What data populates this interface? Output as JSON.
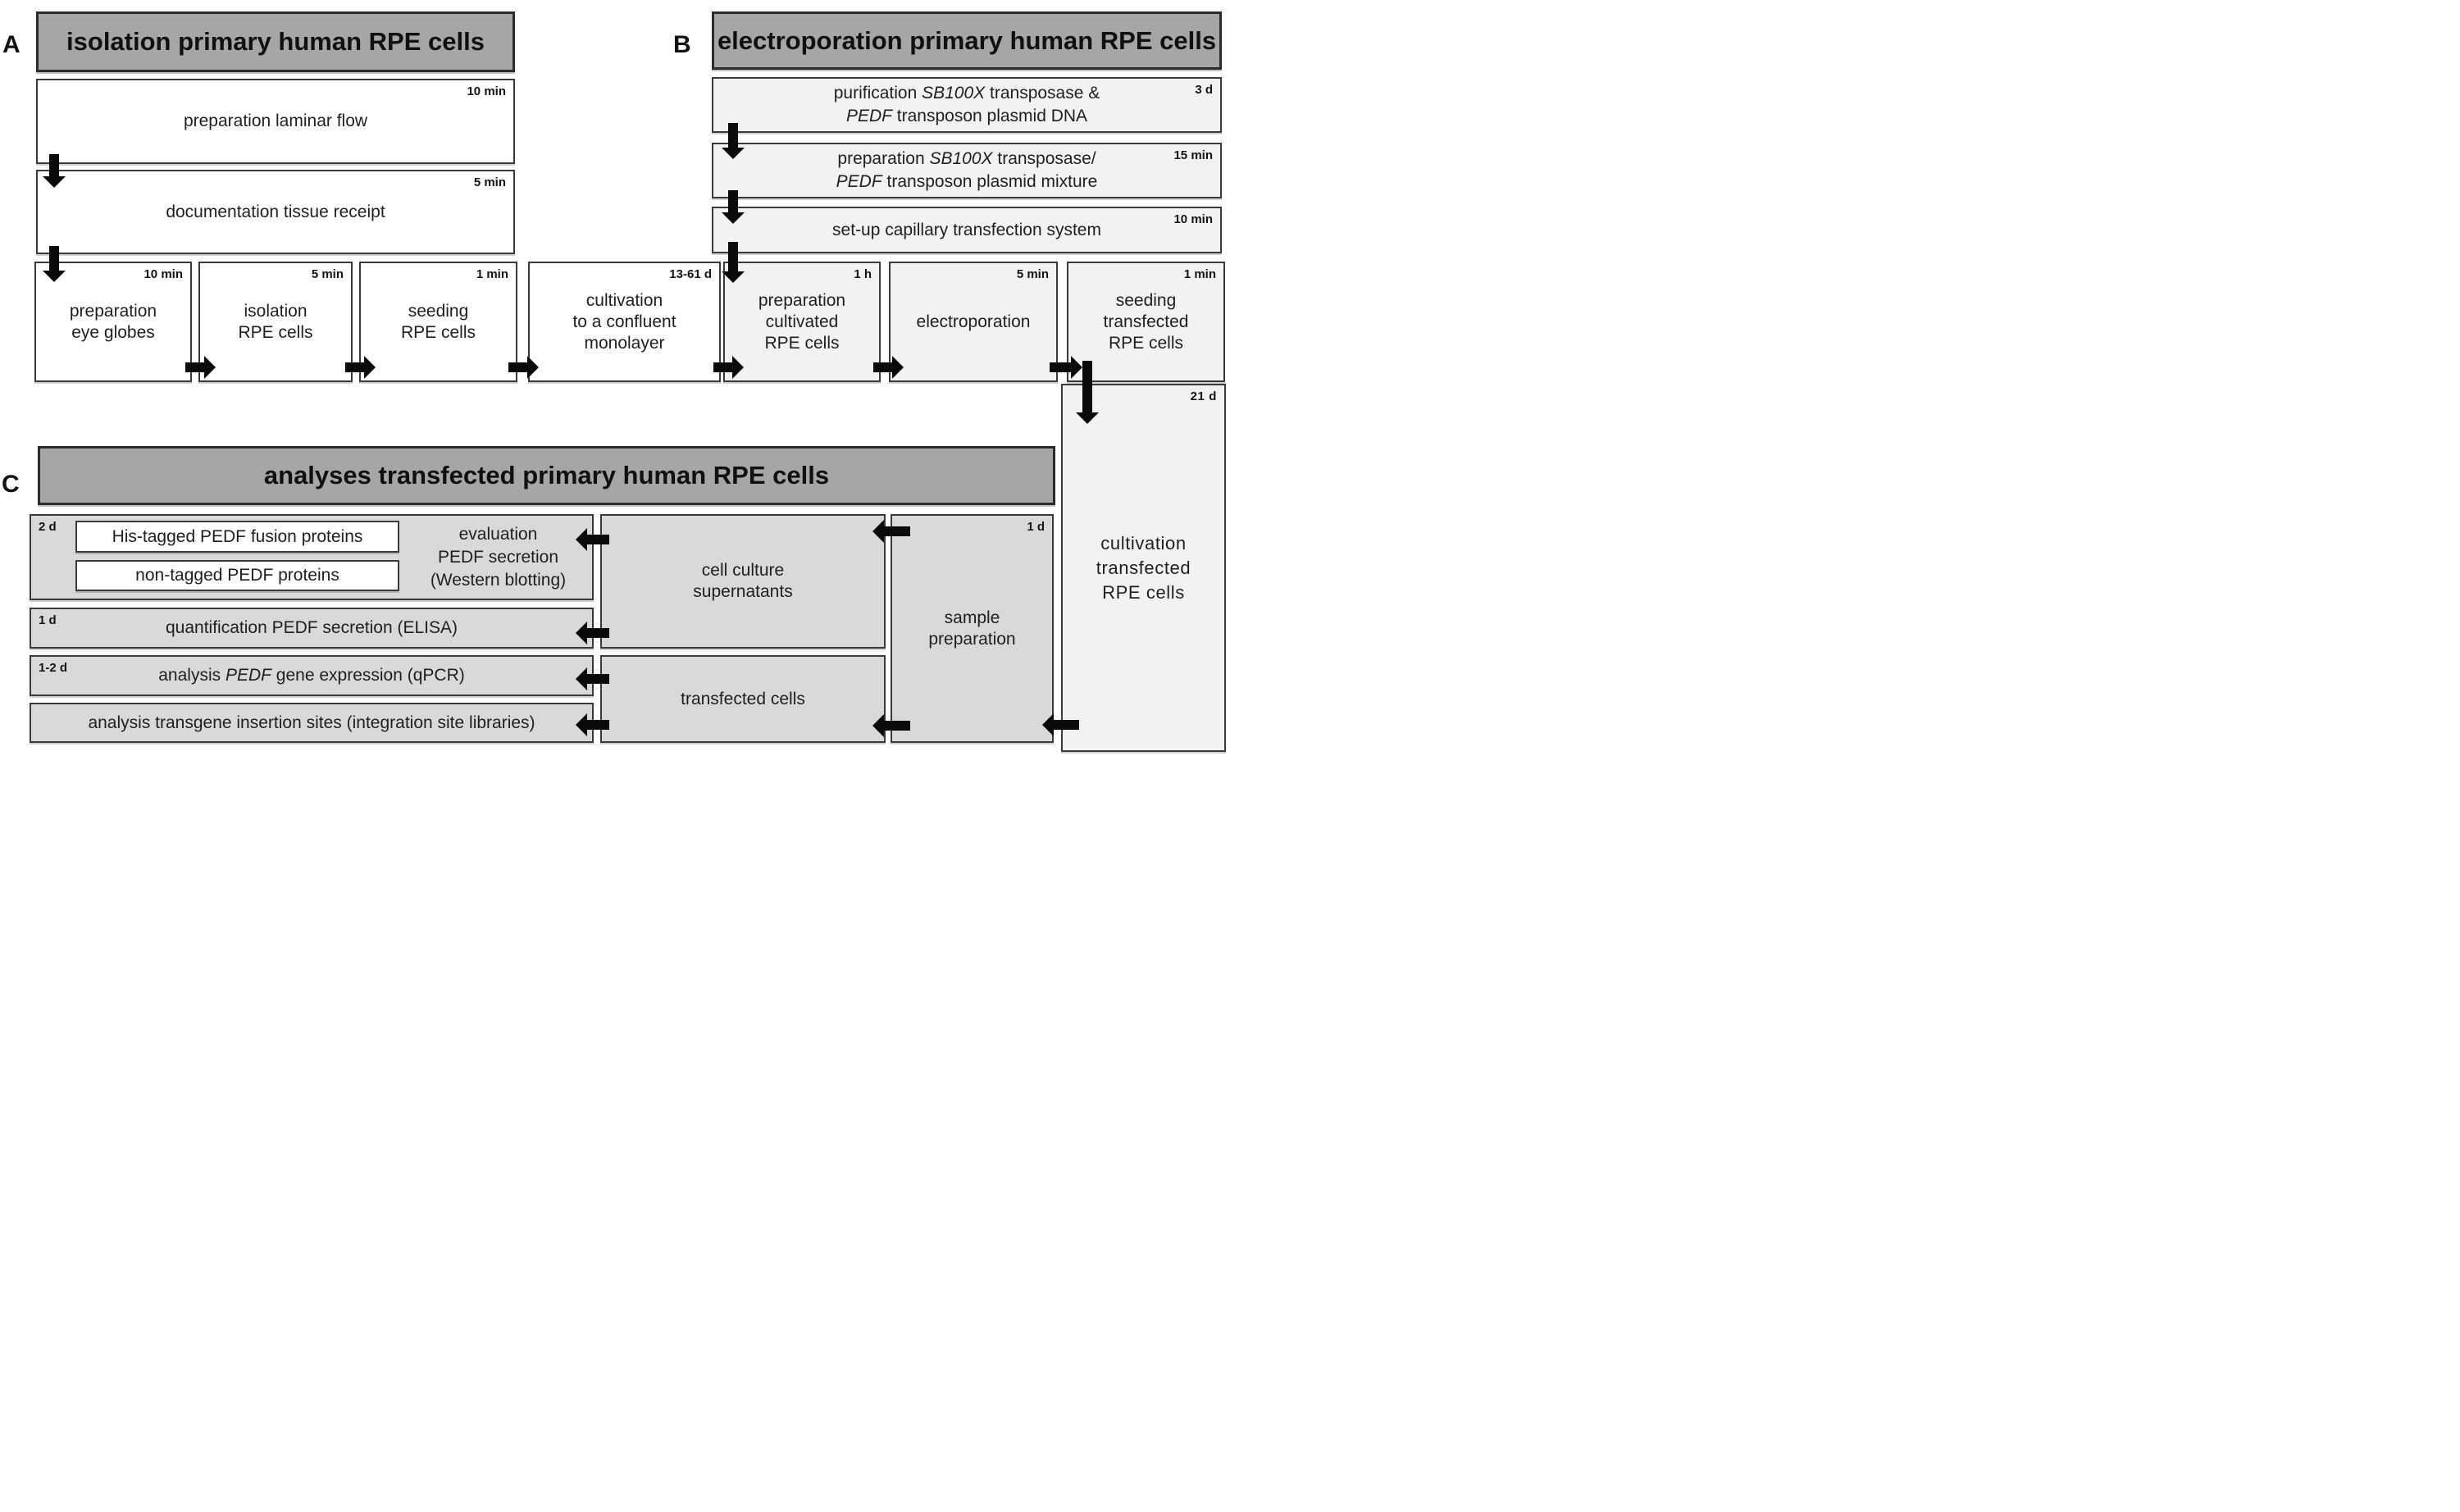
{
  "colors": {
    "header_bg": "#a6a6a6",
    "light_box_bg": "#f2f2f2",
    "mid_box_bg": "#d9d9d9",
    "border": "#3a3a3a",
    "arrow": "#0a0a0a"
  },
  "panelA": {
    "label": "A",
    "title": "isolation primary human RPE cells",
    "steps": [
      {
        "duration": "10 min",
        "lines": [
          "preparation laminar flow"
        ]
      },
      {
        "duration": "5 min",
        "lines": [
          "documentation tissue receipt"
        ]
      },
      {
        "duration": "10 min",
        "lines": [
          "preparation",
          "eye globes"
        ]
      },
      {
        "duration": "5 min",
        "lines": [
          "isolation",
          "RPE cells"
        ]
      },
      {
        "duration": "1 min",
        "lines": [
          "seeding",
          "RPE cells"
        ]
      },
      {
        "duration": "13-61 d",
        "lines": [
          "cultivation",
          "to a confluent",
          "monolayer"
        ]
      }
    ]
  },
  "panelB": {
    "label": "B",
    "title": "electroporation primary human RPE cells",
    "steps": [
      {
        "duration": "3 d",
        "lines": [
          [
            {
              "t": "purification "
            },
            {
              "t": "SB100X",
              "i": true
            },
            {
              "t": " transposase &"
            }
          ],
          [
            {
              "t": "PEDF",
              "i": true
            },
            {
              "t": " transposon plasmid DNA"
            }
          ]
        ]
      },
      {
        "duration": "15 min",
        "lines": [
          [
            {
              "t": "preparation "
            },
            {
              "t": "SB100X",
              "i": true
            },
            {
              "t": " transposase/"
            }
          ],
          [
            {
              "t": "PEDF",
              "i": true
            },
            {
              "t": " transposon plasmid mixture"
            }
          ]
        ]
      },
      {
        "duration": "10 min",
        "lines": [
          [
            {
              "t": "set-up capillary transfection system"
            }
          ]
        ]
      },
      {
        "duration": "1 h",
        "lines": [
          "preparation",
          "cultivated",
          "RPE cells"
        ]
      },
      {
        "duration": "5 min",
        "lines": [
          "electroporation"
        ]
      },
      {
        "duration": "1 min",
        "lines": [
          "seeding",
          "transfected",
          "RPE cells"
        ]
      },
      {
        "duration": "21 d",
        "lines": [
          "cultivation",
          "transfected",
          "RPE cells"
        ]
      }
    ]
  },
  "panelC": {
    "label": "C",
    "title": "analyses transfected primary human RPE cells",
    "evaluation": {
      "duration": "2 d",
      "inner_boxes": [
        "His-tagged PEDF fusion proteins",
        "non-tagged PEDF proteins"
      ],
      "lines": [
        "evaluation",
        "PEDF secretion",
        "(Western blotting)"
      ]
    },
    "elisa": {
      "duration": "1 d",
      "line": "quantification PEDF secretion (ELISA)"
    },
    "qpcr": {
      "duration": "1-2 d",
      "segments": [
        {
          "t": "analysis "
        },
        {
          "t": "PEDF",
          "i": true
        },
        {
          "t": " gene expression (qPCR)"
        }
      ]
    },
    "integration": {
      "line": "analysis transgene insertion sites (integration site libraries)"
    },
    "supernatants": {
      "lines": [
        "cell culture",
        "supernatants"
      ]
    },
    "transfected": {
      "line": "transfected cells"
    },
    "sample_prep": {
      "duration": "1 d",
      "lines": [
        "sample",
        "preparation"
      ]
    }
  }
}
